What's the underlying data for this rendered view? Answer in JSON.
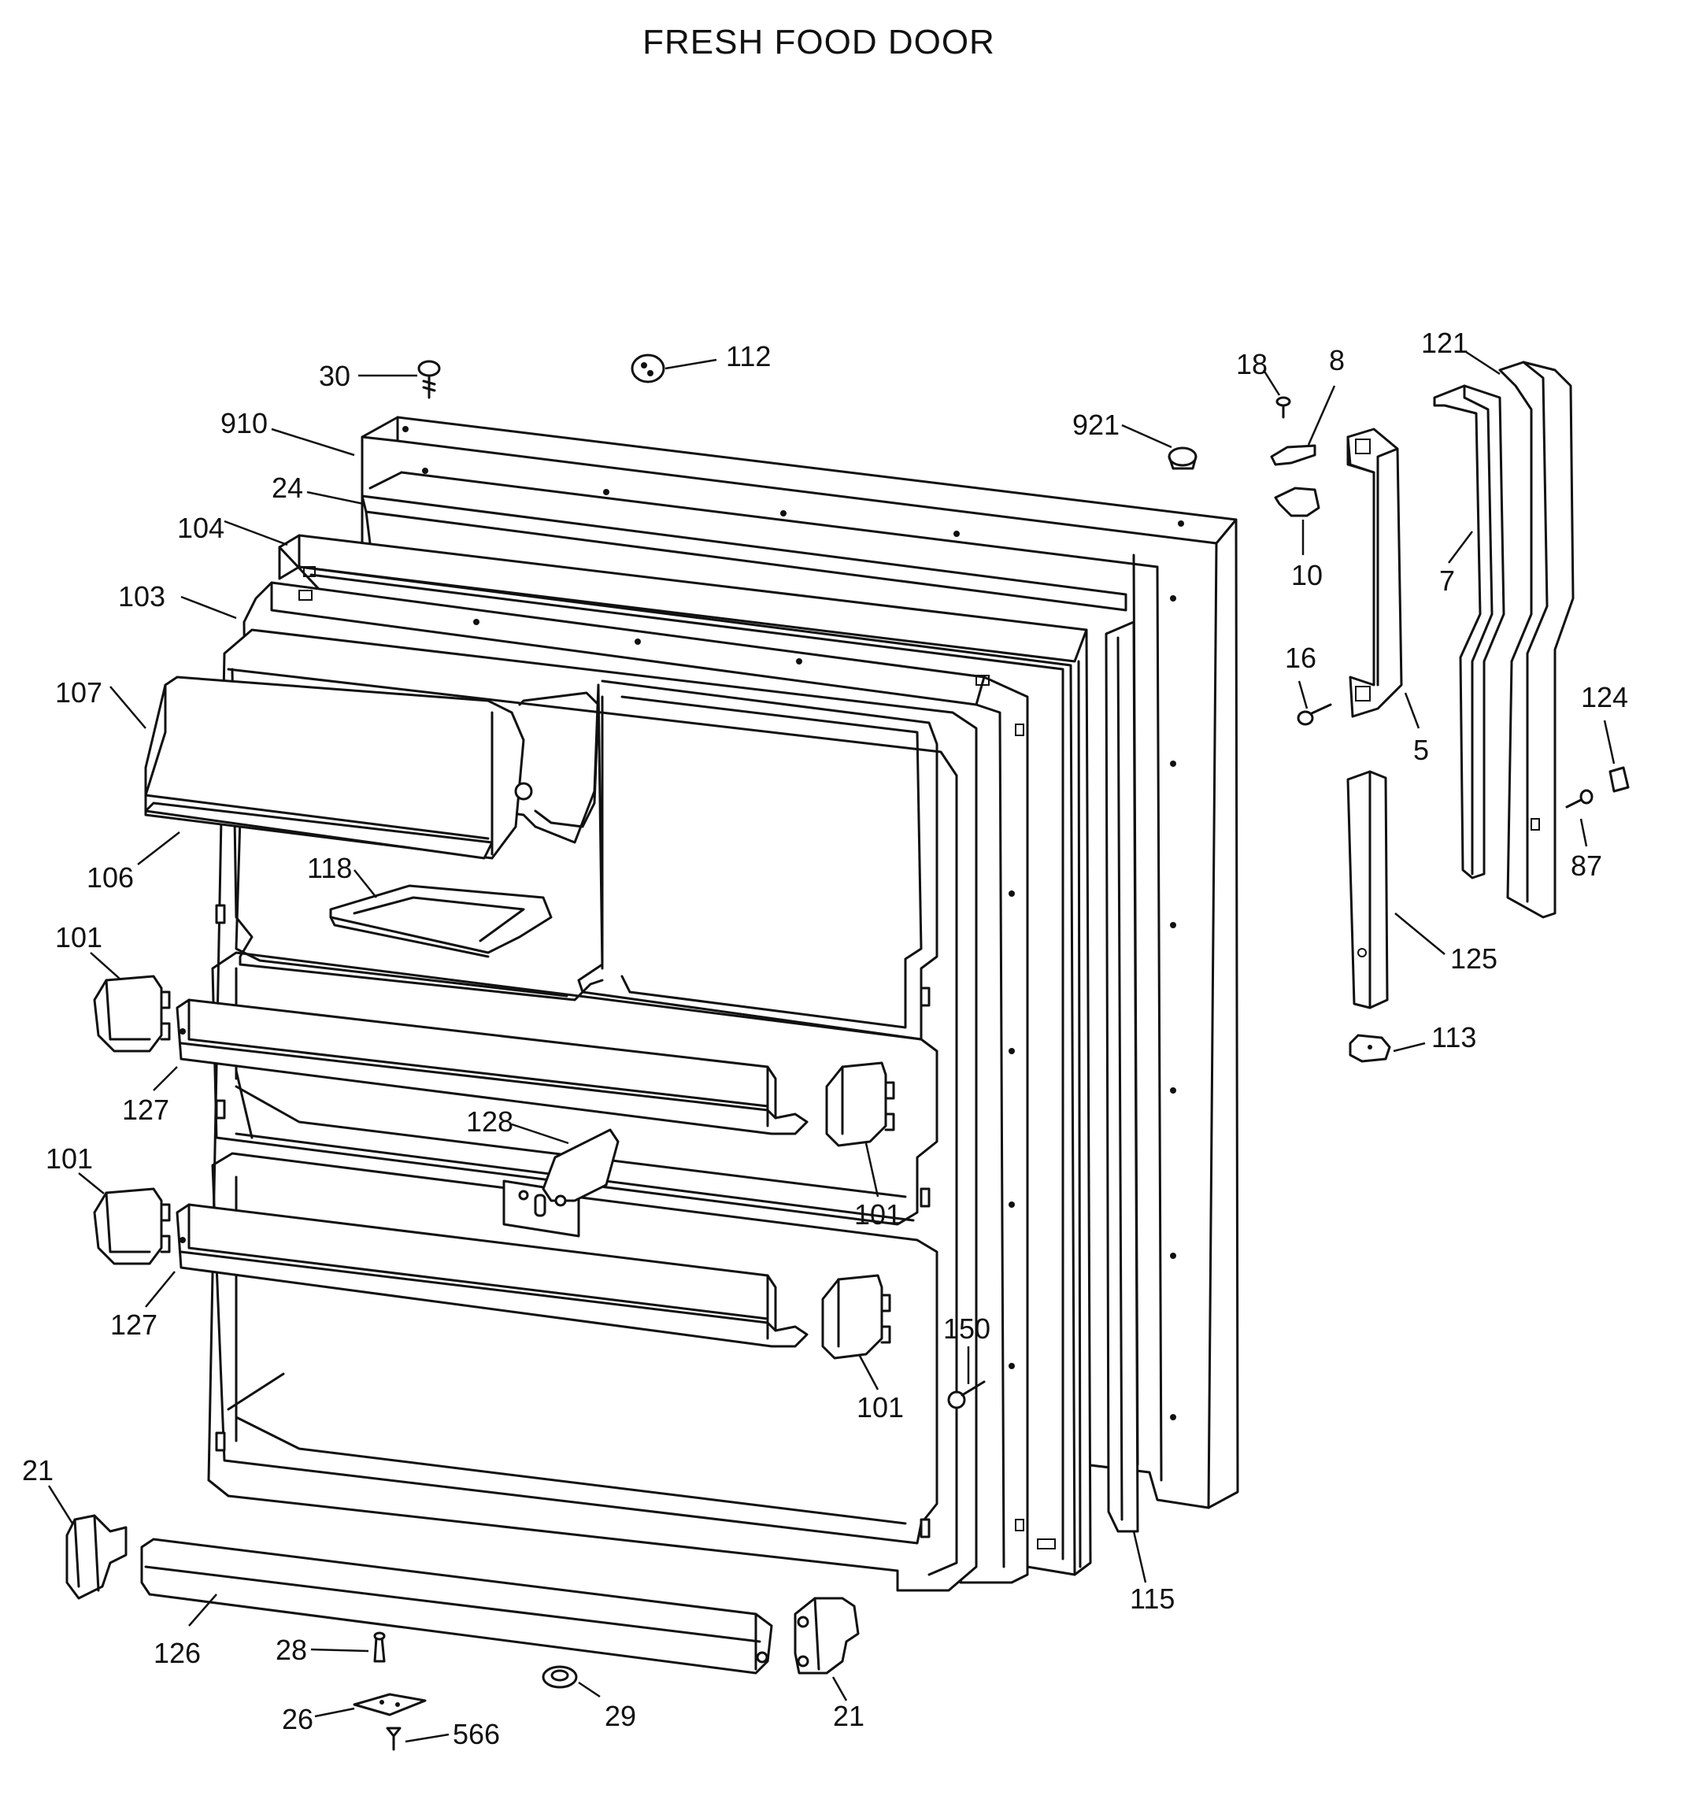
{
  "title": "FRESH FOOD DOOR",
  "labels": {
    "p30": "30",
    "p112": "112",
    "p910": "910",
    "p24": "24",
    "p104": "104",
    "p103": "103",
    "p107": "107",
    "p106": "106",
    "p118": "118",
    "p101a": "101",
    "p127a": "127",
    "p101b": "101",
    "p128": "128",
    "p101c": "101",
    "p127b": "127",
    "p101d": "101",
    "p150": "150",
    "p21a": "21",
    "p126": "126",
    "p28": "28",
    "p26": "26",
    "p566": "566",
    "p29": "29",
    "p21b": "21",
    "p115": "115",
    "p921": "921",
    "p18": "18",
    "p8": "8",
    "p10": "10",
    "p16": "16",
    "p5": "5",
    "p121": "121",
    "p7": "7",
    "p124": "124",
    "p87": "87",
    "p125": "125",
    "p113": "113"
  }
}
